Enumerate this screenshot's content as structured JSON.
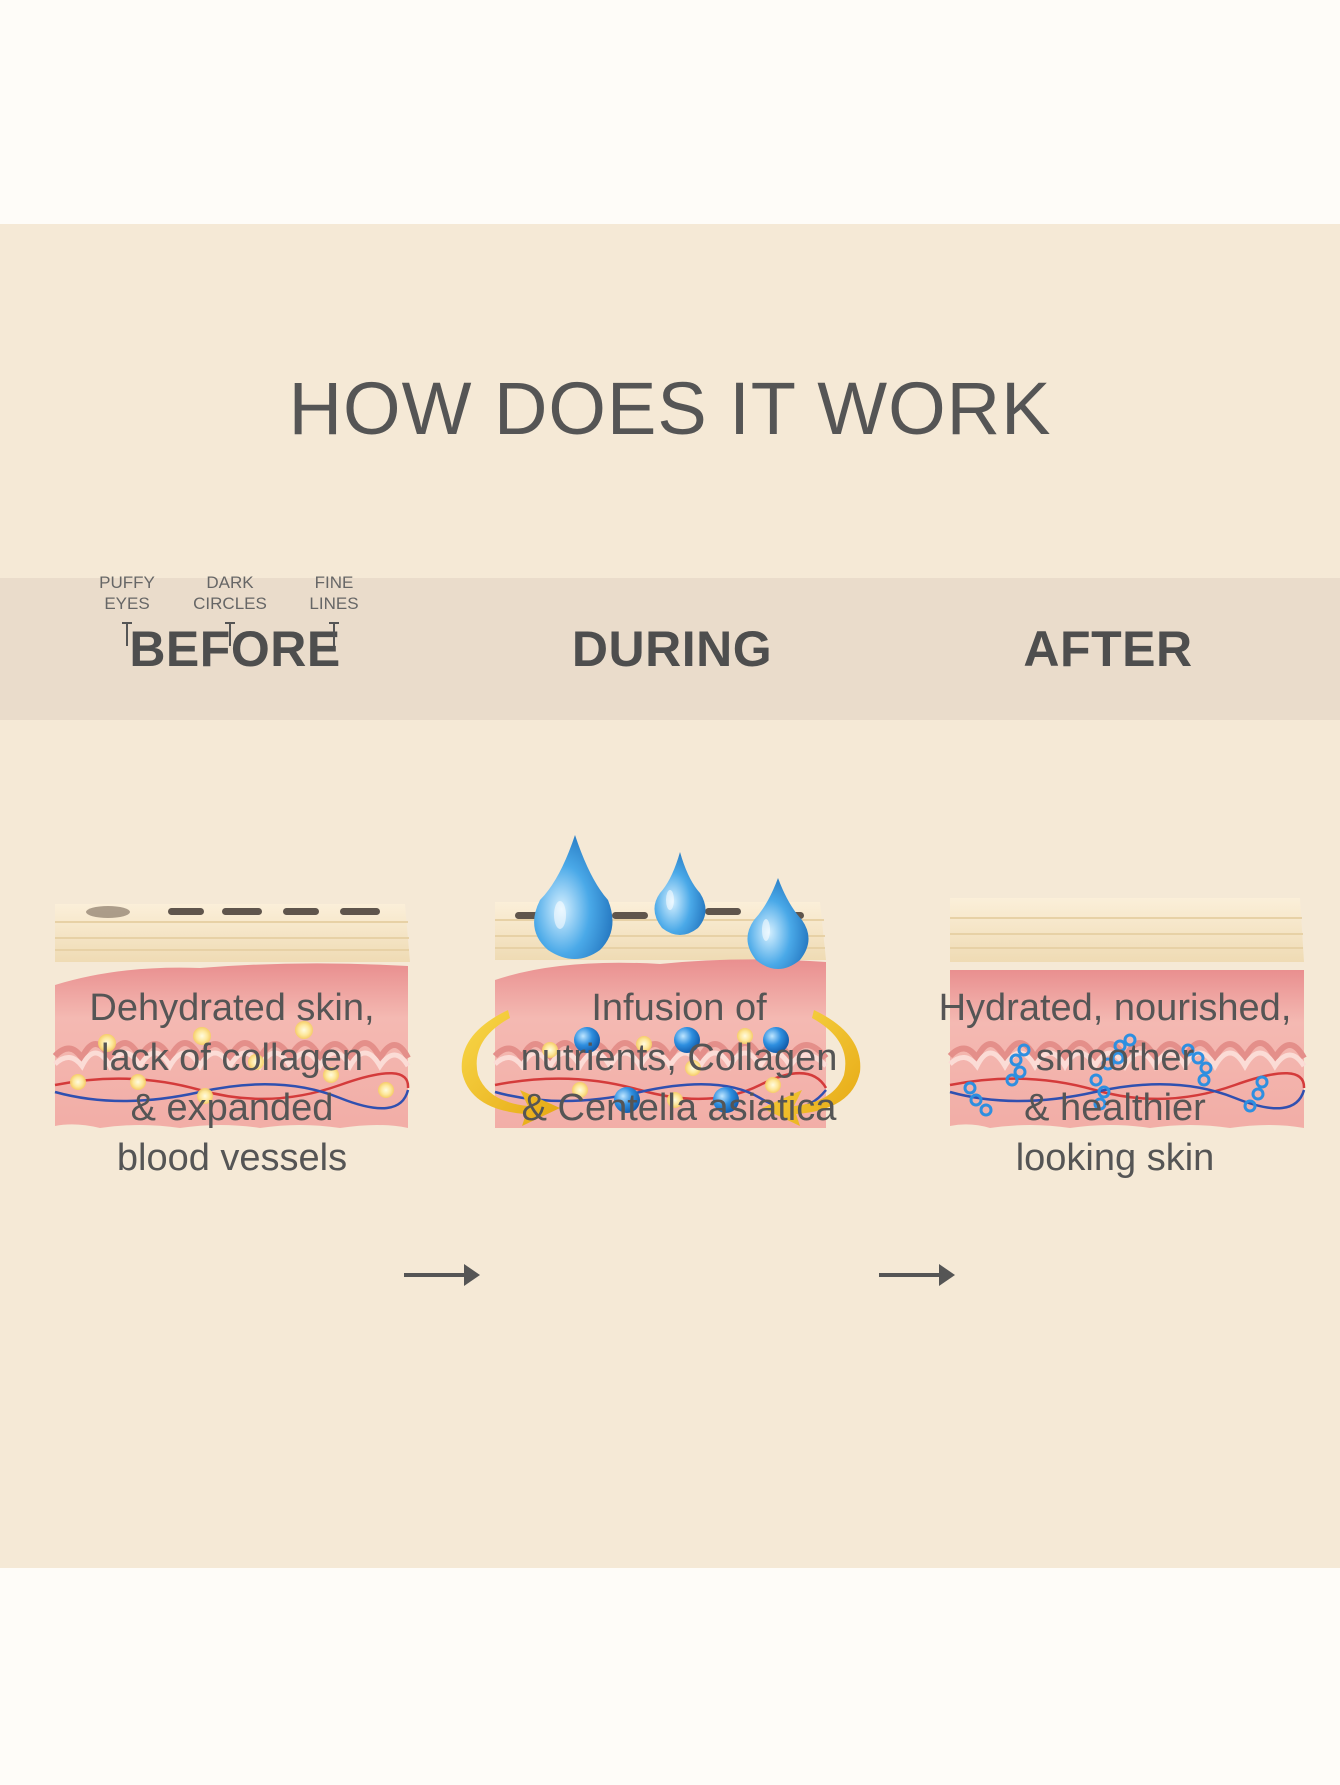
{
  "title": "HOW DOES IT WORK",
  "stages": [
    {
      "label": "BEFORE",
      "callouts": [
        {
          "line1": "PUFFY",
          "line2": "EYES"
        },
        {
          "line1": "DARK",
          "line2": "CIRCLES"
        },
        {
          "line1": "FINE",
          "line2": "LINES"
        }
      ],
      "description": [
        "Dehydrated skin,",
        "lack of collagen",
        "& expanded",
        "blood vessels"
      ]
    },
    {
      "label": "DURING",
      "description": [
        "Infusion of",
        "nutrients, Collagen",
        "& Centella asiatica"
      ]
    },
    {
      "label": "AFTER",
      "description": [
        "Hydrated, nourished,",
        "smoother",
        "& healthier",
        "looking skin"
      ]
    }
  ],
  "colors": {
    "panel": "#f5e9d6",
    "band": "#eadccb",
    "text": "#555555",
    "skin": "#f0aeaa",
    "epidermis": "#f6e4c4",
    "droplet": "#3f9fe0",
    "arrow_gold": "#f2c21e"
  }
}
